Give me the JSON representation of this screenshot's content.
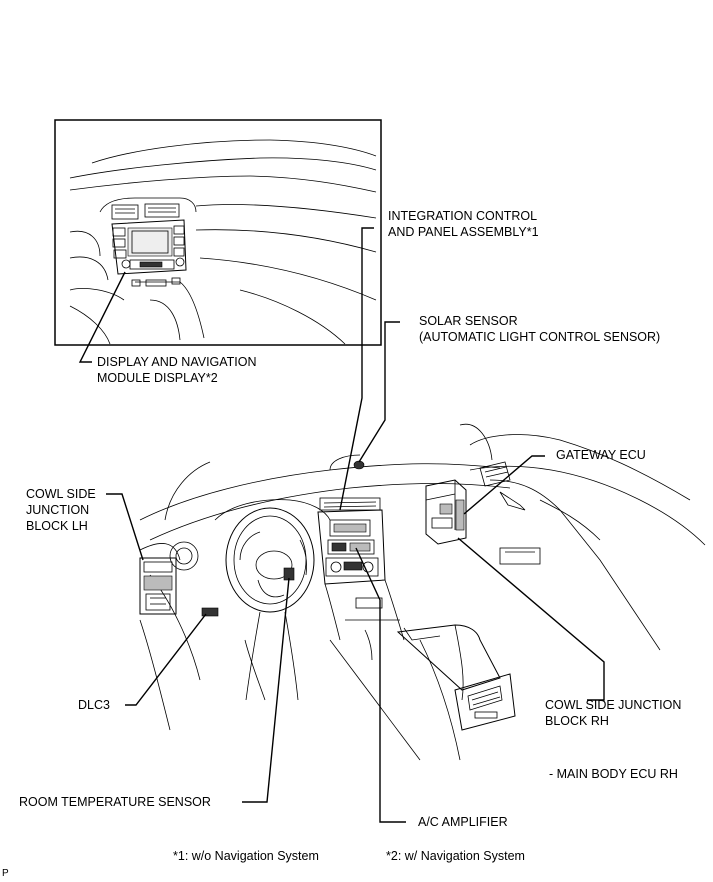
{
  "labels": {
    "integration_control": "INTEGRATION CONTROL\nAND PANEL ASSEMBLY*1",
    "solar_sensor": "SOLAR SENSOR\n(AUTOMATIC LIGHT CONTROL SENSOR)",
    "gateway_ecu": "GATEWAY ECU",
    "cowl_side_lh": "COWL SIDE\nJUNCTION\nBLOCK LH",
    "display_navigation": "DISPLAY AND NAVIGATION\nMODULE DISPLAY*2",
    "dlc3": "DLC3",
    "cowl_side_rh": "COWL SIDE JUNCTION\nBLOCK RH",
    "main_body_ecu": "- MAIN BODY ECU RH",
    "room_temp_sensor": "ROOM TEMPERATURE SENSOR",
    "ac_amplifier": "A/C AMPLIFIER"
  },
  "footnotes": {
    "note1": "*1: w/o Navigation System",
    "note2": "*2: w/ Navigation System"
  },
  "corner_mark": "P"
}
